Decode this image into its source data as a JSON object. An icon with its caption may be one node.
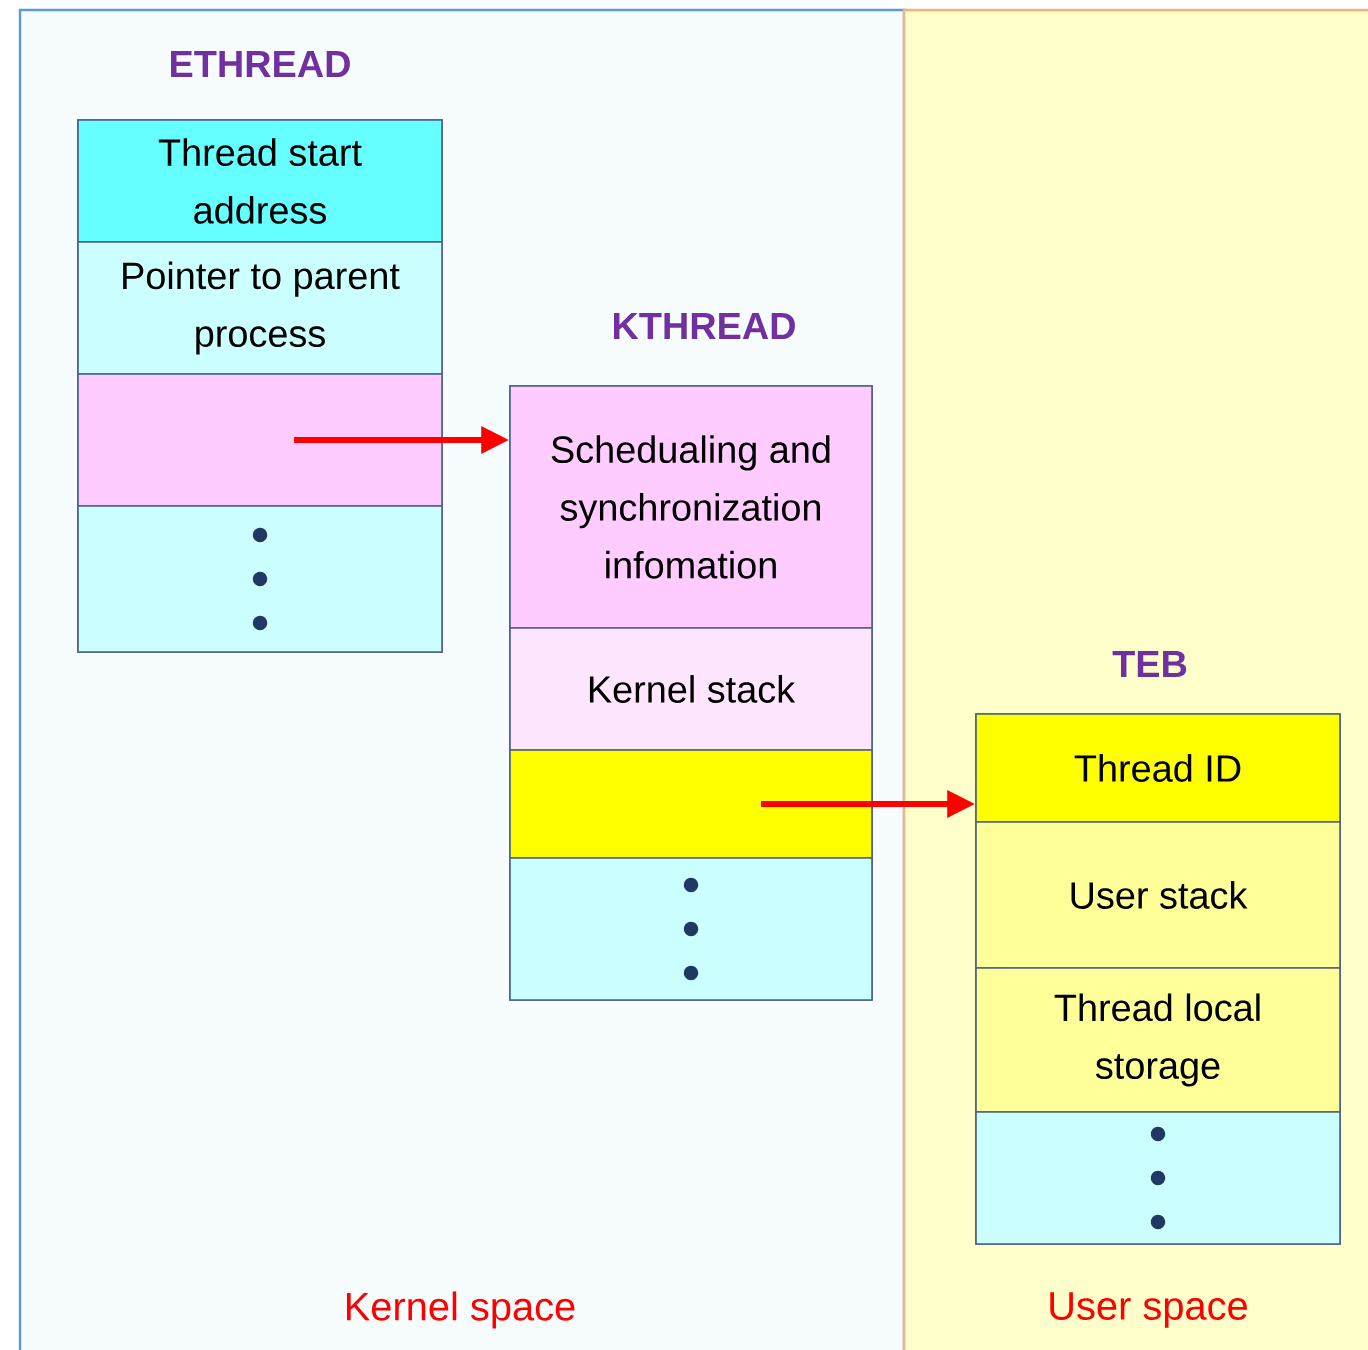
{
  "diagram": {
    "nodes": [
      {
        "text": [
          "Kernel space"
        ]
      },
      {
        "text": [
          "ETHREAD"
        ],
        "in": 0
      },
      {
        "text": [
          "Thread start address"
        ],
        "in": 1
      },
      {
        "text": [
          "Pointer to parent process"
        ],
        "in": 1
      },
      {
        "text": [],
        "shape": "box",
        "in": 1
      },
      {
        "text": [],
        "shape": "box",
        "in": 1
      },
      {
        "text": [
          "KTHREAD"
        ],
        "in": 0
      },
      {
        "text": [
          "Schedualing and synchronization infomation"
        ],
        "in": 6
      },
      {
        "text": [
          "Kernel stack"
        ],
        "in": 6
      },
      {
        "text": [],
        "shape": "box",
        "in": 6
      },
      {
        "text": [],
        "shape": "box",
        "in": 6
      },
      {
        "text": [
          "User space"
        ]
      },
      {
        "text": [
          "TEB"
        ],
        "in": 11
      },
      {
        "text": [
          "Thread ID"
        ],
        "in": 12
      },
      {
        "text": [
          "User stack"
        ],
        "in": 12
      },
      {
        "text": [
          "Thread local storage"
        ],
        "in": 12
      },
      {
        "text": [],
        "shape": "box",
        "in": 12
      }
    ],
    "edges": [
      {
        "from": 4,
        "to": 7,
        "arrow": "to"
      },
      {
        "from": 9,
        "to": 13,
        "arrow": "to"
      }
    ]
  }
}
